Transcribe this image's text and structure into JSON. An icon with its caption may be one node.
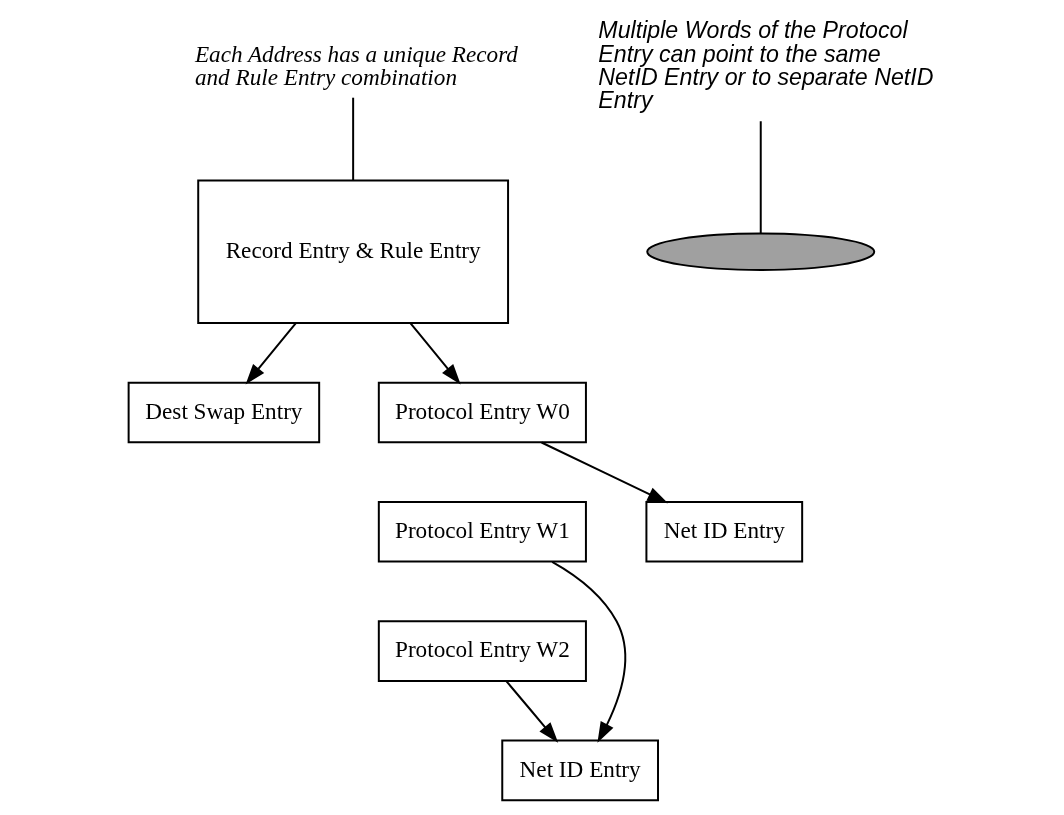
{
  "diagram": {
    "nodes": [
      {
        "text": [
          "Each Address has a unique Record and Rule Entry combination"
        ]
      },
      {
        "text": [
          "Record Entry & Rule Entry"
        ]
      },
      {
        "text": [
          "Dest Swap Entry"
        ]
      },
      {
        "text": [
          "Protocol Entry W0"
        ]
      },
      {
        "text": [
          "Protocol Entry W1"
        ]
      },
      {
        "text": [
          "Protocol Entry W2"
        ]
      },
      {
        "text": [
          "Net ID Entry"
        ]
      },
      {
        "text": [
          "Net ID Entry"
        ]
      },
      {
        "text": [
          "Multiple Words of the Protocol Entry can point to the same NetID Entry or to separate NetID Entry"
        ]
      },
      {
        "text": [],
        "shape": "ellipse"
      }
    ],
    "edges": [
      {
        "from": 0,
        "to": 1,
        "arrow": "none"
      },
      {
        "from": 1,
        "to": 2,
        "arrow": "to"
      },
      {
        "from": 1,
        "to": 3,
        "arrow": "to"
      },
      {
        "from": 3,
        "to": 6,
        "arrow": "to"
      },
      {
        "from": 4,
        "to": 7,
        "arrow": "to"
      },
      {
        "from": 5,
        "to": 7,
        "arrow": "to"
      },
      {
        "from": 8,
        "to": 9,
        "arrow": "none"
      }
    ]
  }
}
